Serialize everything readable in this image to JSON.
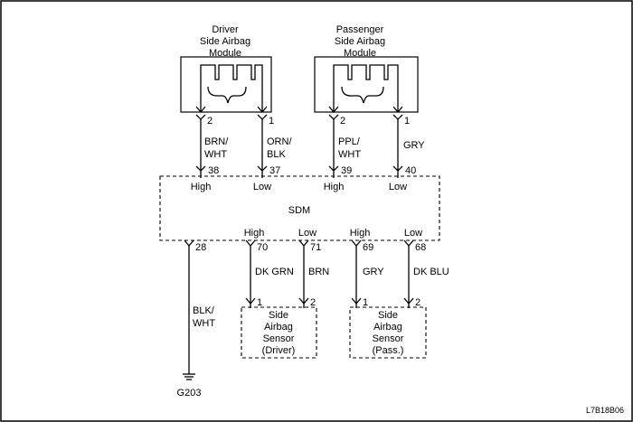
{
  "modules": {
    "driver": {
      "title": [
        "Driver",
        "Side Airbag",
        "Module"
      ],
      "pin_left": "2",
      "pin_right": "1"
    },
    "passenger": {
      "title": [
        "Passenger",
        "Side Airbag",
        "Module"
      ],
      "pin_left": "2",
      "pin_right": "1"
    }
  },
  "wires": {
    "driver_high": {
      "color": [
        "BRN/",
        "WHT"
      ],
      "sdm_pin": "38"
    },
    "driver_low": {
      "color": [
        "ORN/",
        "BLK"
      ],
      "sdm_pin": "37"
    },
    "pass_high": {
      "color": [
        "PPL/",
        "WHT"
      ],
      "sdm_pin": "39"
    },
    "pass_low": {
      "color": [
        "GRY"
      ],
      "sdm_pin": "40"
    },
    "ground": {
      "color": [
        "BLK/",
        "WHT"
      ],
      "sdm_pin": "28"
    },
    "sensor_driver_high": {
      "color": [
        "DK GRN"
      ],
      "sdm_pin": "70"
    },
    "sensor_driver_low": {
      "color": [
        "BRN"
      ],
      "sdm_pin": "71"
    },
    "sensor_pass_high": {
      "color": [
        "GRY"
      ],
      "sdm_pin": "69"
    },
    "sensor_pass_low": {
      "color": [
        "DK BLU"
      ],
      "sdm_pin": "68"
    }
  },
  "sdm": {
    "label": "SDM",
    "top_labels": [
      "High",
      "Low",
      "High",
      "Low"
    ],
    "bottom_labels": [
      "High",
      "Low",
      "High",
      "Low"
    ]
  },
  "sensors": {
    "driver": {
      "title": [
        "Side",
        "Airbag",
        "Sensor",
        "(Driver)"
      ],
      "pin_left": "1",
      "pin_right": "2"
    },
    "passenger": {
      "title": [
        "Side",
        "Airbag",
        "Sensor",
        "(Pass.)"
      ],
      "pin_left": "1",
      "pin_right": "2"
    }
  },
  "ground": {
    "label": "G203"
  },
  "figure_ref": "L7B18B06"
}
